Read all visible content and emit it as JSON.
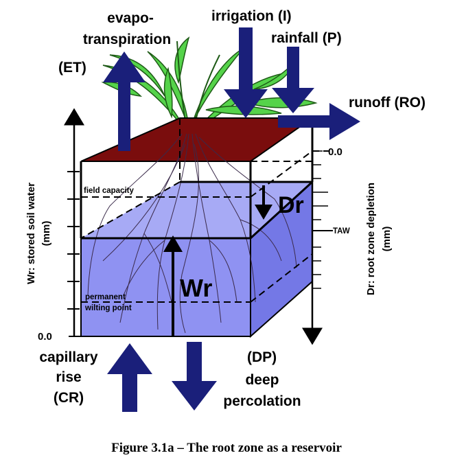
{
  "diagram": {
    "labels": {
      "et_line1": "evapo-",
      "et_line2": "transpiration",
      "et_abbr": "(ET)",
      "irrigation": "irrigation (I)",
      "rainfall": "rainfall (P)",
      "runoff": "runoff (RO)",
      "zero_right": "0.0",
      "zero_left": "0.0",
      "field_capacity": "field capacity",
      "dr": "Dr",
      "taw": "TAW",
      "wr": "Wr",
      "pwp_line1": "permanent",
      "pwp_line2": "wilting point",
      "cr_line1": "capillary",
      "cr_line2": "rise",
      "cr_abbr": "(CR)",
      "dp_abbr": "(DP)",
      "dp_line1": "deep",
      "dp_line2": "percolation",
      "left_axis_line1": "Wr: stored soil water",
      "left_axis_line2": "(mm)",
      "right_axis_line1": "Dr: root zone depletion",
      "right_axis_line2": "(mm)"
    },
    "caption": "Figure 3.1a – The root zone as a reservoir",
    "colors": {
      "arrow": "#1a1f7a",
      "soil_top": "#7a0d0d",
      "water_front": "#8f92f2",
      "water_top": "#a7aaf5",
      "water_side": "#7478e6",
      "plant": "#55d34a"
    }
  }
}
